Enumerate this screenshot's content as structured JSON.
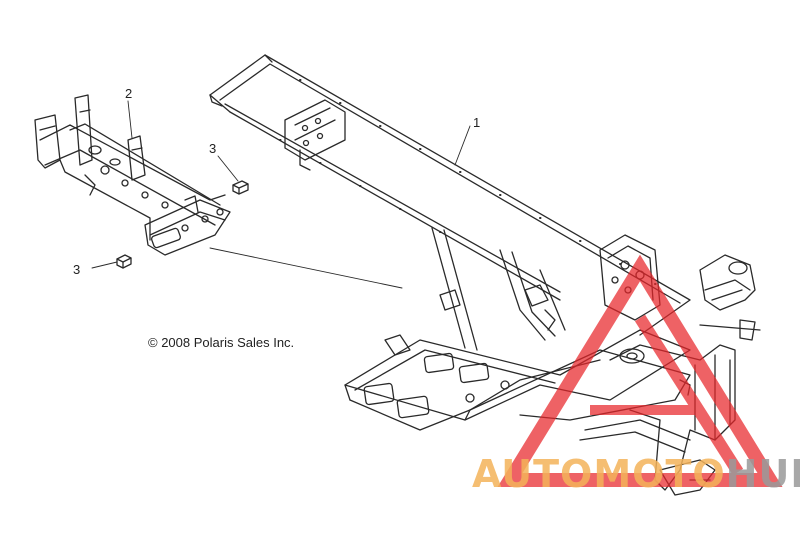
{
  "callouts": {
    "frame": "1",
    "front_bracket": "2",
    "bolt_upper": "3",
    "bolt_lower": "3"
  },
  "copyright": "© 2008 Polaris Sales Inc.",
  "watermark": {
    "text_main": "AUTOMOTO",
    "text_accent": "HUB",
    "colors": {
      "triangle": "#e8262a",
      "text": "#f4b35a",
      "accent": "#9a9a9a"
    }
  }
}
